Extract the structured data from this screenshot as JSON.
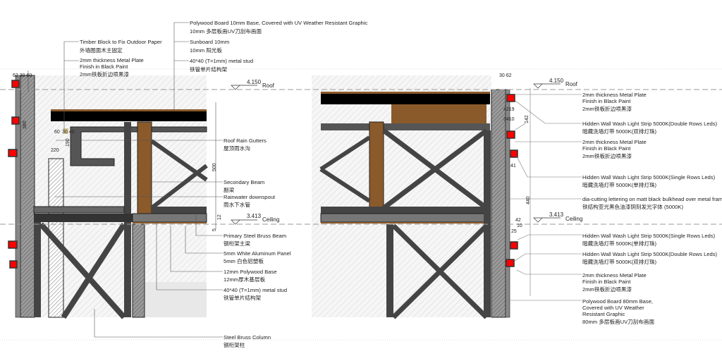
{
  "left_section": {
    "labels": {
      "polywood_top": {
        "en": "Polywood Board 10mm Base, Covered with UV Weather Resistant Graphic",
        "cn": "10mm 多层板画UV刀刮布画面"
      },
      "timber_block": {
        "en": "Timber Block to Fix Outdoor Paper",
        "cn": "外墙图面木主固定"
      },
      "metal_plate": {
        "en1": "2mm thickness Metal Plate",
        "en2": "Finish in Black Paint",
        "cn": "2mm铁板折边喷黑漆"
      },
      "sunboard": {
        "en": "Sunboard 10mm",
        "cn": "10mm 阳光板"
      },
      "metal_stud_top": {
        "en": "40*40 (T=1mm) metal stud",
        "cn": "铁管单片结构架"
      },
      "roof_gutters": {
        "en": "Roof Rain Gutters",
        "cn": "屋顶雨水沟"
      },
      "secondary_beam": {
        "en": "Secondary Beam",
        "cn": "副梁"
      },
      "downspout": {
        "en": "Rainwater downspout",
        "cn": "雨水下水管"
      },
      "primary_beam": {
        "en": "Primary Steel Bruss Beam",
        "cn": "钢桁架主梁"
      },
      "alu_panel": {
        "en": "5mm White Aluminum Panel",
        "cn": "5mm 白色铝塑板"
      },
      "polywood_base": {
        "en": "12mm Polywood Base",
        "cn": "12mm厚木基层板"
      },
      "metal_stud_bottom": {
        "en": "40*40 (T=1mm) metal stud",
        "cn": "铁管单片结构架"
      },
      "steel_column": {
        "en": "Steel Bruss Column",
        "cn": "钢桁架柱"
      }
    },
    "levels": {
      "roof_value": "4.150",
      "roof_label": "Roof",
      "ceiling_value": "3.413",
      "ceiling_label": "Ceiling"
    },
    "dims": {
      "top": "62 30 60",
      "wall": "380",
      "gutter": "220",
      "depth": "500",
      "small1": "60",
      "small2": "30 40",
      "small3": "190",
      "small4": "5",
      "small5": "12"
    }
  },
  "right_section": {
    "labels": {
      "metal_plate_1": {
        "en1": "2mm thickness Metal Plate",
        "en2": "Finish in Black Paint",
        "cn": "2mm铁板折边喷黑漆"
      },
      "light_double_1": {
        "en": "Hidden Wall Wash Light Strip 5000K(Double Rows Leds)",
        "cn": "暗藏洗墙灯带 5000K(双排灯珠)"
      },
      "metal_plate_2": {
        "en1": "2mm thickness Metal Plate",
        "en2": "Finish in Black Paint",
        "cn": "2mm铁板折边喷黑漆"
      },
      "light_single_1": {
        "en": "Hidden Wall Wash Light Strip 5000K(Single Rows Leds)",
        "cn": "暗藏洗墙灯带 5000K(单排灯珠)"
      },
      "lettering": {
        "en": "dia-cutting lettering on matt black bulkhead over metal frame",
        "cn": "铁结构亚光黑色油漆阴刻发光字体 (5000K)"
      },
      "light_single_2": {
        "en": "Hidden Wall Wash Light Strip 5000K(Single Rows Leds)",
        "cn": "暗藏洗墙灯带 5000K(单排灯珠)"
      },
      "light_double_2": {
        "en": "Hidden Wall Wash Light Strip 5000K(Double Rows Leds)",
        "cn": "暗藏洗墙灯带 5000K(双排灯珠)"
      },
      "metal_plate_3": {
        "en1": "2mm thickness Metal Plate",
        "en2": "Finish in Black Paint",
        "cn": "2mm铁板折边喷黑漆"
      },
      "polywood_80": {
        "en1": "Polywood Board 80mm Base,",
        "en2": "Covered with UV Weather",
        "en3": "Resistant Graphic",
        "cn": "80mm 多层板画UV刀刮布画面"
      }
    },
    "levels": {
      "roof_value": "4.150",
      "roof_label": "Roof",
      "ceiling_value": "3.413",
      "ceiling_label": "Ceiling"
    },
    "dims": {
      "top": "30 62",
      "d1": "4219",
      "d2": "3410",
      "d3": "142",
      "d4": "440",
      "d5": "41",
      "d6": "42",
      "d7": "10",
      "d8": "25"
    }
  },
  "colors": {
    "light": "#ff0000",
    "timber": "#8b5a2b",
    "steel": "#4a4a4a",
    "slab": "#000000"
  }
}
